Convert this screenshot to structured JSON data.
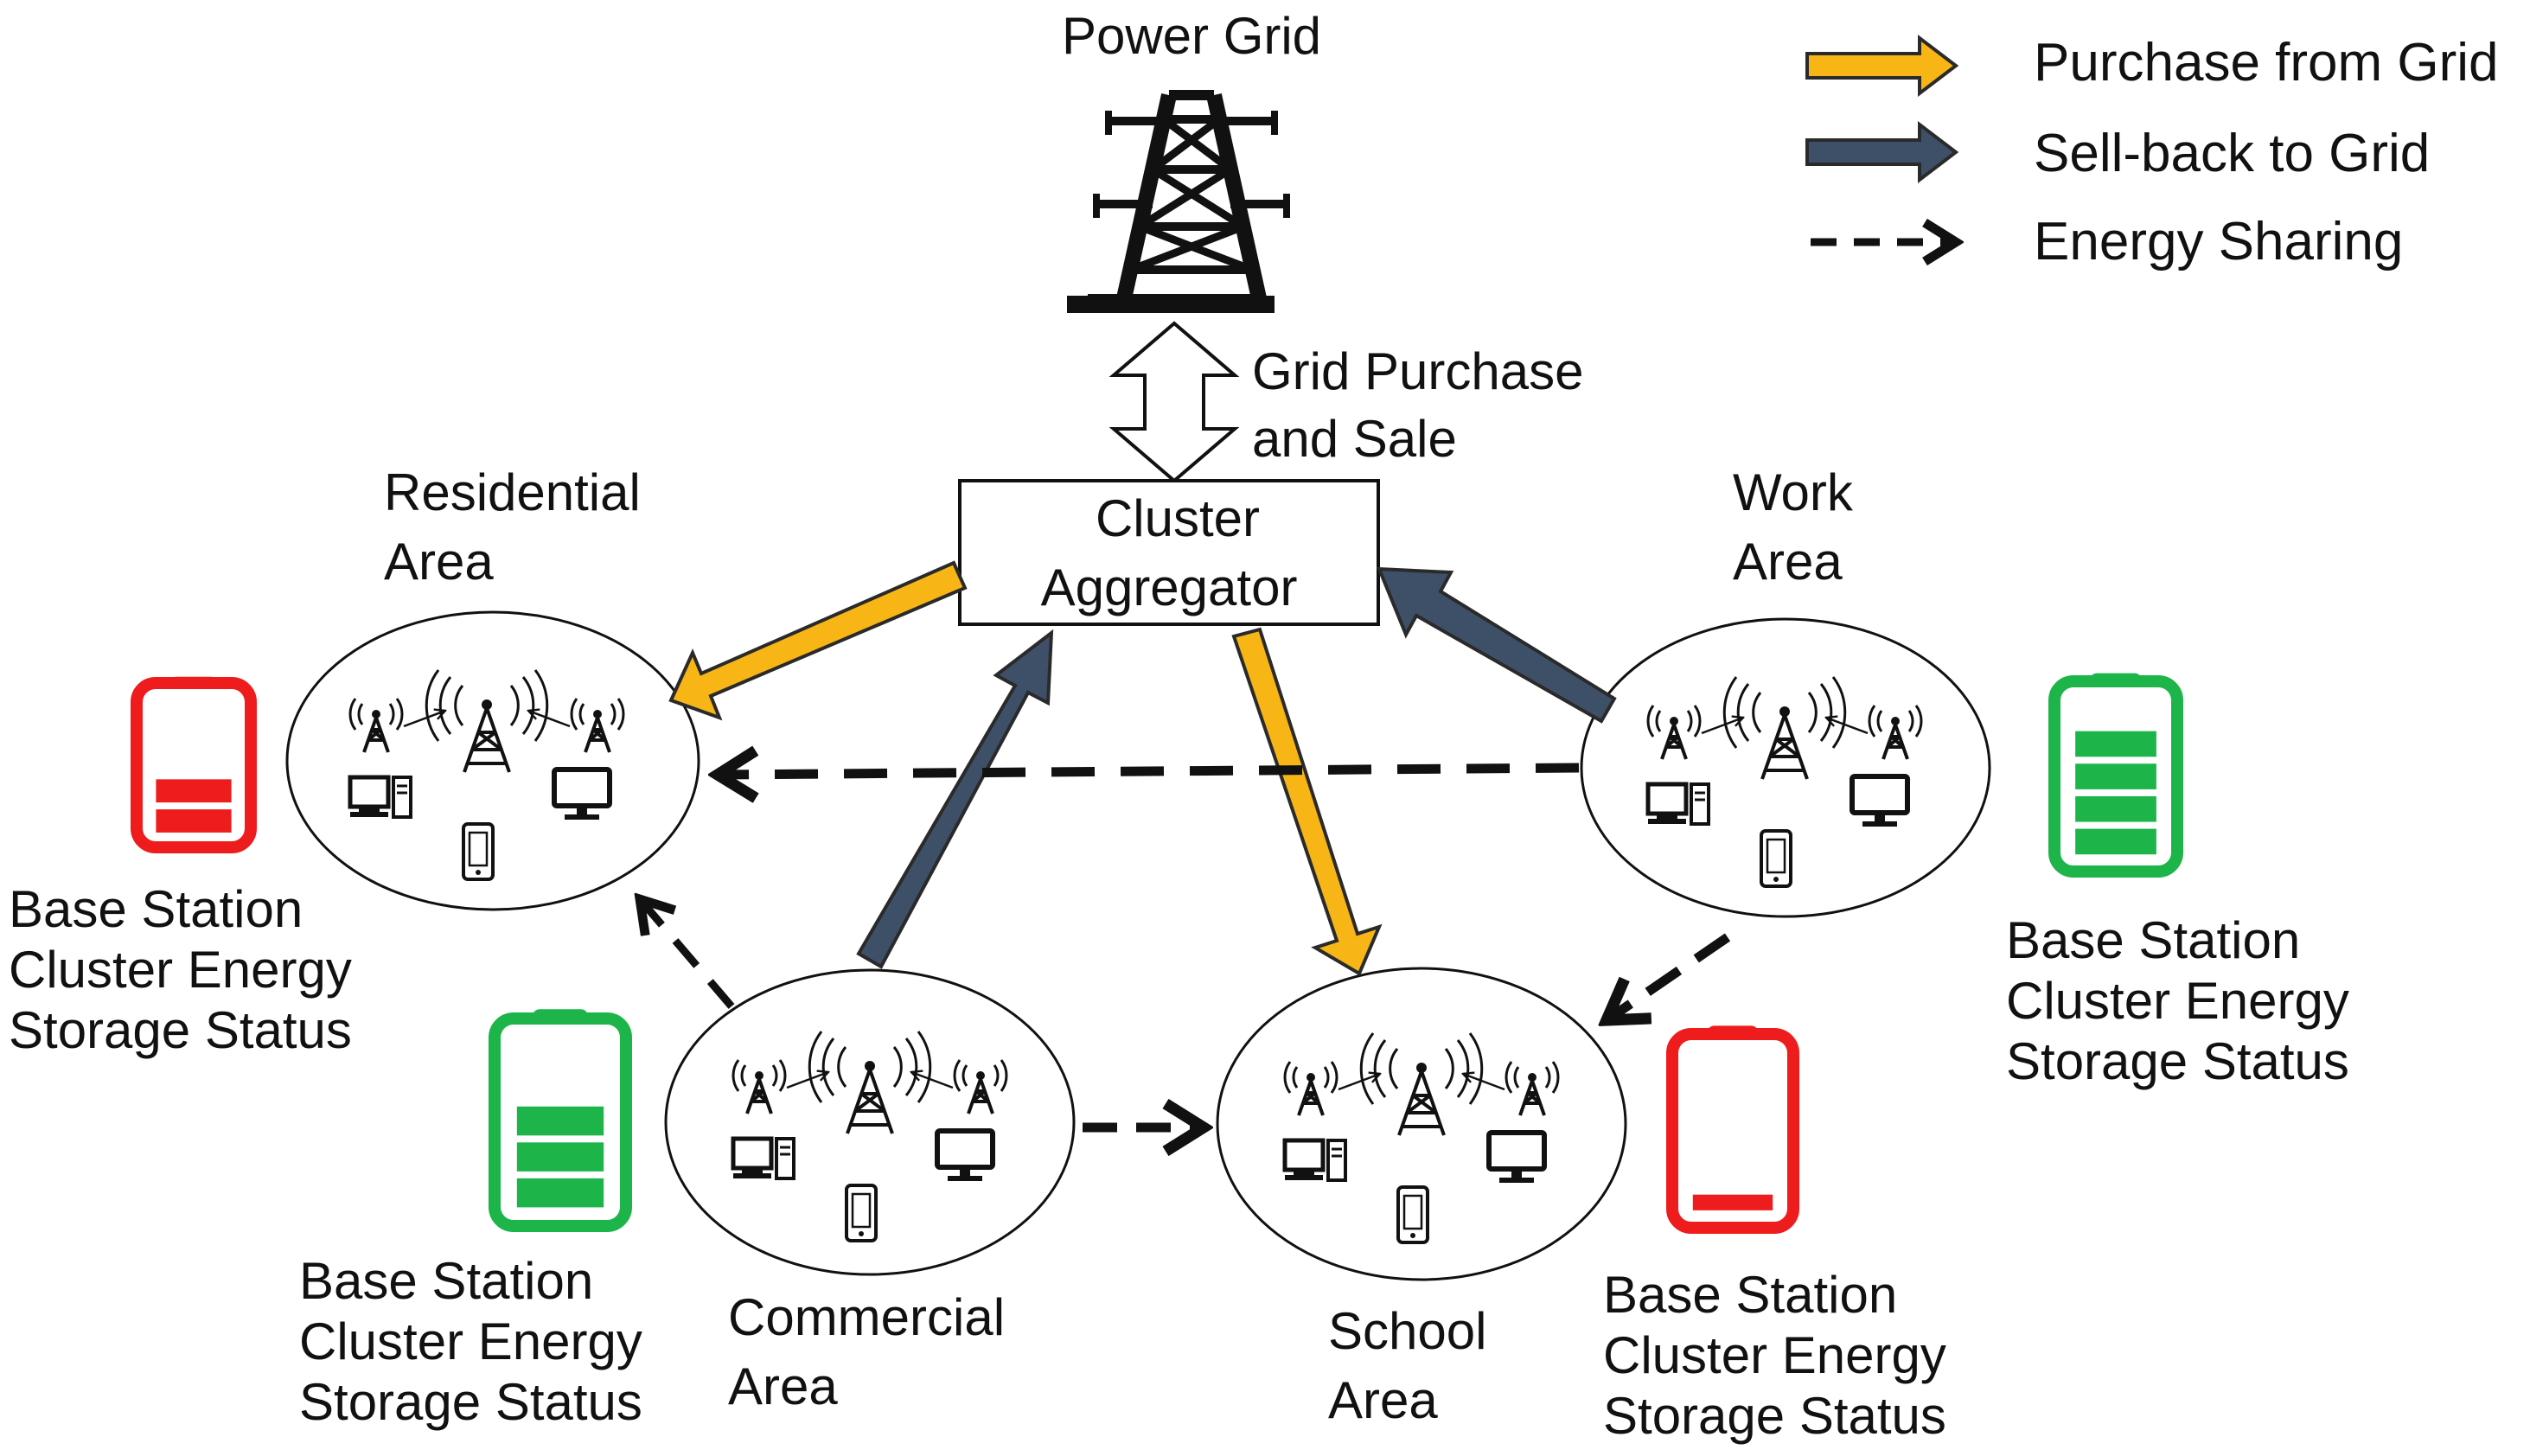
{
  "legend": {
    "purchase": "Purchase from Grid",
    "sellback": "Sell-back to Grid",
    "sharing": "Energy Sharing"
  },
  "power_grid": {
    "label": "Power Grid"
  },
  "grid_exchange": {
    "line1": "Grid Purchase",
    "line2": "and Sale"
  },
  "aggregator": {
    "line1": "Cluster",
    "line2": "Aggregator"
  },
  "areas": {
    "residential": {
      "line1": "Residential",
      "line2": "Area"
    },
    "work": {
      "line1": "Work",
      "line2": "Area"
    },
    "commercial": {
      "line1": "Commercial",
      "line2": "Area"
    },
    "school": {
      "line1": "School",
      "line2": "Area"
    }
  },
  "storage_status": {
    "line1": "Base Station",
    "line2": "Cluster Energy",
    "line3": "Storage Status"
  },
  "batteries": {
    "residential": {
      "level": 0.4,
      "bars": 2,
      "color": "#ee1c1c"
    },
    "work": {
      "level": 0.8,
      "bars": 4,
      "color": "#1db44a"
    },
    "commercial": {
      "level": 0.6,
      "bars": 3,
      "color": "#1db44a"
    },
    "school": {
      "level": 0.1,
      "bars": 1,
      "color": "#ee1c1c"
    }
  },
  "colors": {
    "purchase": "#f8b616",
    "sellback": "#3e5068",
    "sharing": "#111111",
    "red": "#ee1c1c",
    "green": "#1db44a"
  }
}
